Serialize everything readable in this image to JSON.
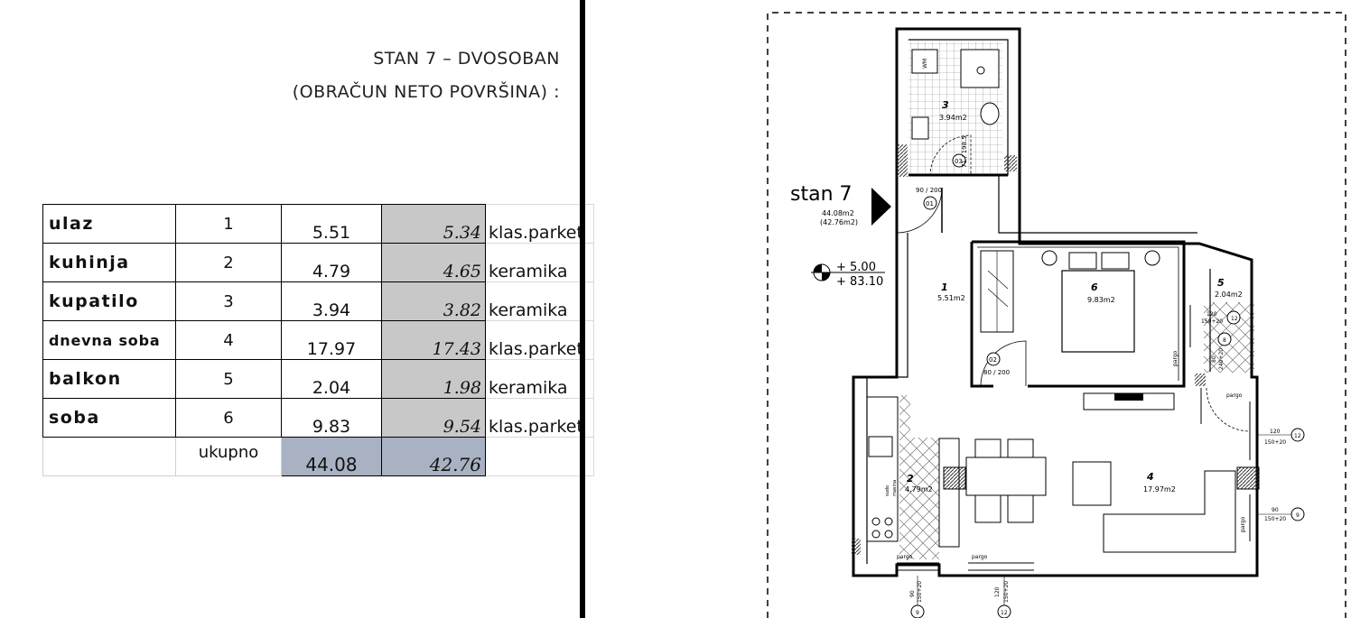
{
  "header": {
    "title": "STAN 7 – DVOSOBAN",
    "subtitle": "(OBRAČUN NETO POVRŠINA) :"
  },
  "table": {
    "rows": [
      {
        "name": "ulaz",
        "no": "1",
        "area_gross": "5.51",
        "area_net": "5.34",
        "material": "klas.parket"
      },
      {
        "name": "kuhinja",
        "no": "2",
        "area_gross": "4.79",
        "area_net": "4.65",
        "material": "keramika"
      },
      {
        "name": "kupatilo",
        "no": "3",
        "area_gross": "3.94",
        "area_net": "3.82",
        "material": "keramika"
      },
      {
        "name": "dnevna soba",
        "no": "4",
        "area_gross": "17.97",
        "area_net": "17.43",
        "material": "klas.parket"
      },
      {
        "name": "balkon",
        "no": "5",
        "area_gross": "2.04",
        "area_net": "1.98",
        "material": "keramika"
      },
      {
        "name": "soba",
        "no": "6",
        "area_gross": "9.83",
        "area_net": "9.54",
        "material": "klas.parket"
      }
    ],
    "total": {
      "label": "ukupno",
      "area_gross": "44.08",
      "area_net": "42.76"
    }
  },
  "plan": {
    "unit_label": "stan 7",
    "unit_area": "44.08m2",
    "unit_area_net": "(42.76m2)",
    "level_a": "+ 5.00",
    "level_b": "+ 83.10",
    "rooms": [
      {
        "no": "1",
        "area": "5.51m2"
      },
      {
        "no": "2",
        "area": "4.79m2"
      },
      {
        "no": "3",
        "area": "3.94m2"
      },
      {
        "no": "4",
        "area": "17.97m2"
      },
      {
        "no": "5",
        "area": "2.04m2"
      },
      {
        "no": "6",
        "area": "9.83m2"
      }
    ],
    "doors": [
      {
        "tag": "01",
        "size": "90 / 200"
      },
      {
        "tag": "02",
        "size": "80 / 200"
      },
      {
        "tag": "03",
        "size": "71 / 198.5"
      }
    ],
    "windows": [
      {
        "tag": "12",
        "size": "120",
        "sub": "150+20"
      },
      {
        "tag": "8",
        "size": "80",
        "sub": "240+20"
      },
      {
        "tag": "12",
        "size": "120",
        "sub": "150+20"
      },
      {
        "tag": "9",
        "size": "90",
        "sub": "150+20"
      },
      {
        "tag": "9",
        "size": "90",
        "sub": "150+20"
      },
      {
        "tag": "12",
        "size": "120",
        "sub": "150+20"
      }
    ],
    "pargo": "pargo",
    "sudomasina": "sudo",
    "masina": "masina",
    "wm": "WM"
  },
  "colors": {
    "net_cell": "#c8c8c8",
    "total_cell": "#a9b2c3"
  }
}
